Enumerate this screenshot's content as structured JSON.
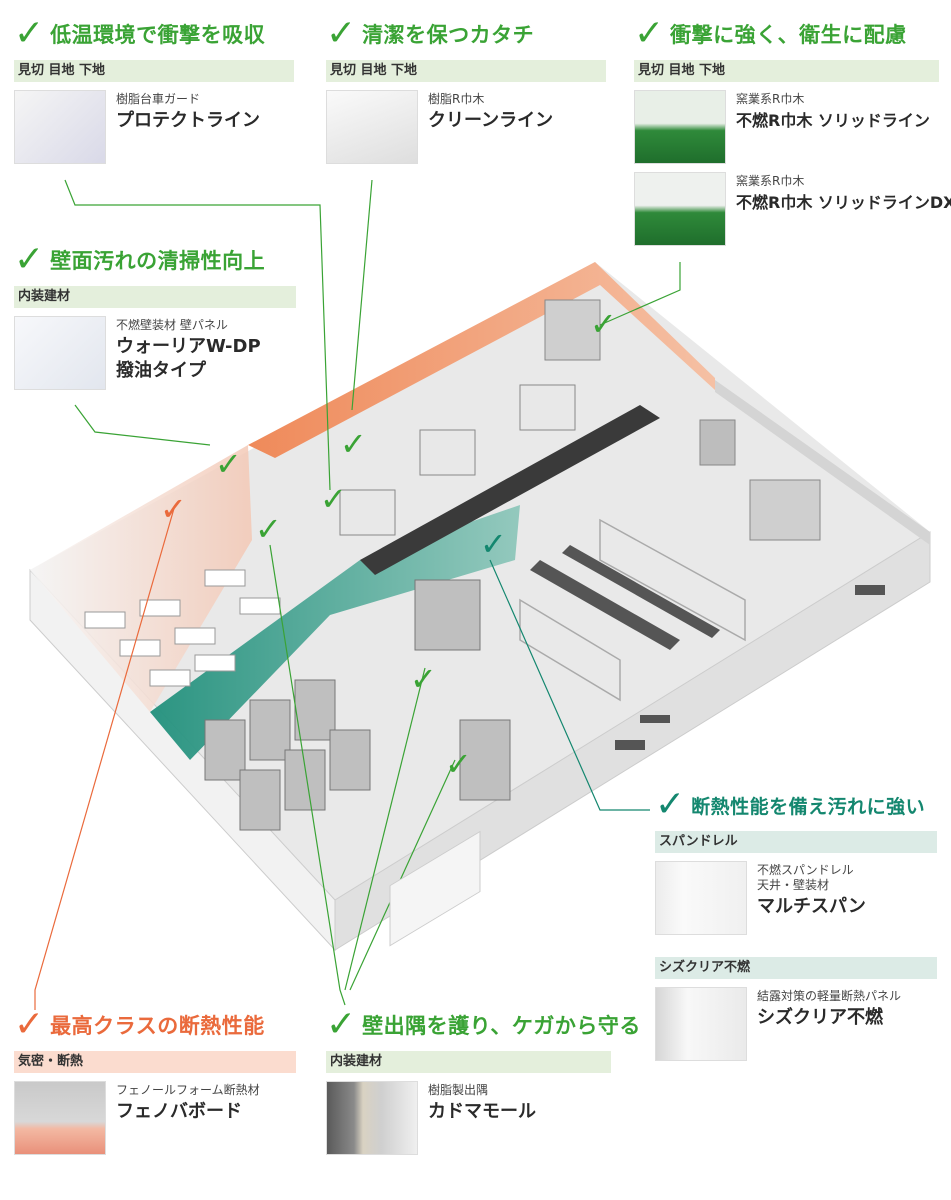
{
  "colors": {
    "green": "#3aa335",
    "orange": "#ea6a3c",
    "teal": "#14876f"
  },
  "features": {
    "corner_guard": {
      "title": "低温環境で衝撃を吸収",
      "tag": "見切 目地 下地",
      "item": {
        "sub": "樹脂台車ガード",
        "name": "プロテクトライン"
      }
    },
    "clean_shape": {
      "title": "清潔を保つカタチ",
      "tag": "見切 目地 下地",
      "item": {
        "sub": "樹脂R巾木",
        "name": "クリーンライン"
      }
    },
    "impact_hygiene": {
      "title": "衝撃に強く、衛生に配慮",
      "tag": "見切 目地 下地",
      "items": [
        {
          "sub": "窯業系R巾木",
          "name": "不燃R巾木 ソリッドライン"
        },
        {
          "sub": "窯業系R巾木",
          "name": "不燃R巾木 ソリッドラインDX"
        }
      ]
    },
    "wall_clean": {
      "title": "壁面汚れの清掃性向上",
      "tag": "内装建材",
      "item": {
        "sub": "不燃壁装材 壁パネル",
        "name1": "ウォーリアW-DP",
        "name2": "撥油タイプ"
      }
    },
    "insulation_dirt": {
      "title": "断熱性能を備え汚れに強い",
      "tag": "スパンドレル",
      "item": {
        "sub1": "不燃スパンドレル",
        "sub2": "天井・壁装材",
        "name": "マルチスパン"
      },
      "tag2": "シズクリア不燃",
      "item2": {
        "sub": "結露対策の軽量断熱パネル",
        "name": "シズクリア不燃"
      }
    },
    "top_insulation": {
      "title": "最高クラスの断熱性能",
      "tag": "気密・断熱",
      "item": {
        "sub": "フェノールフォーム断熱材",
        "name": "フェノバボード"
      }
    },
    "corner_protect": {
      "title": "壁出隅を護り、ケガから守る",
      "tag": "内装建材",
      "item": {
        "sub": "樹脂製出隅",
        "name": "カドマモール"
      }
    }
  }
}
